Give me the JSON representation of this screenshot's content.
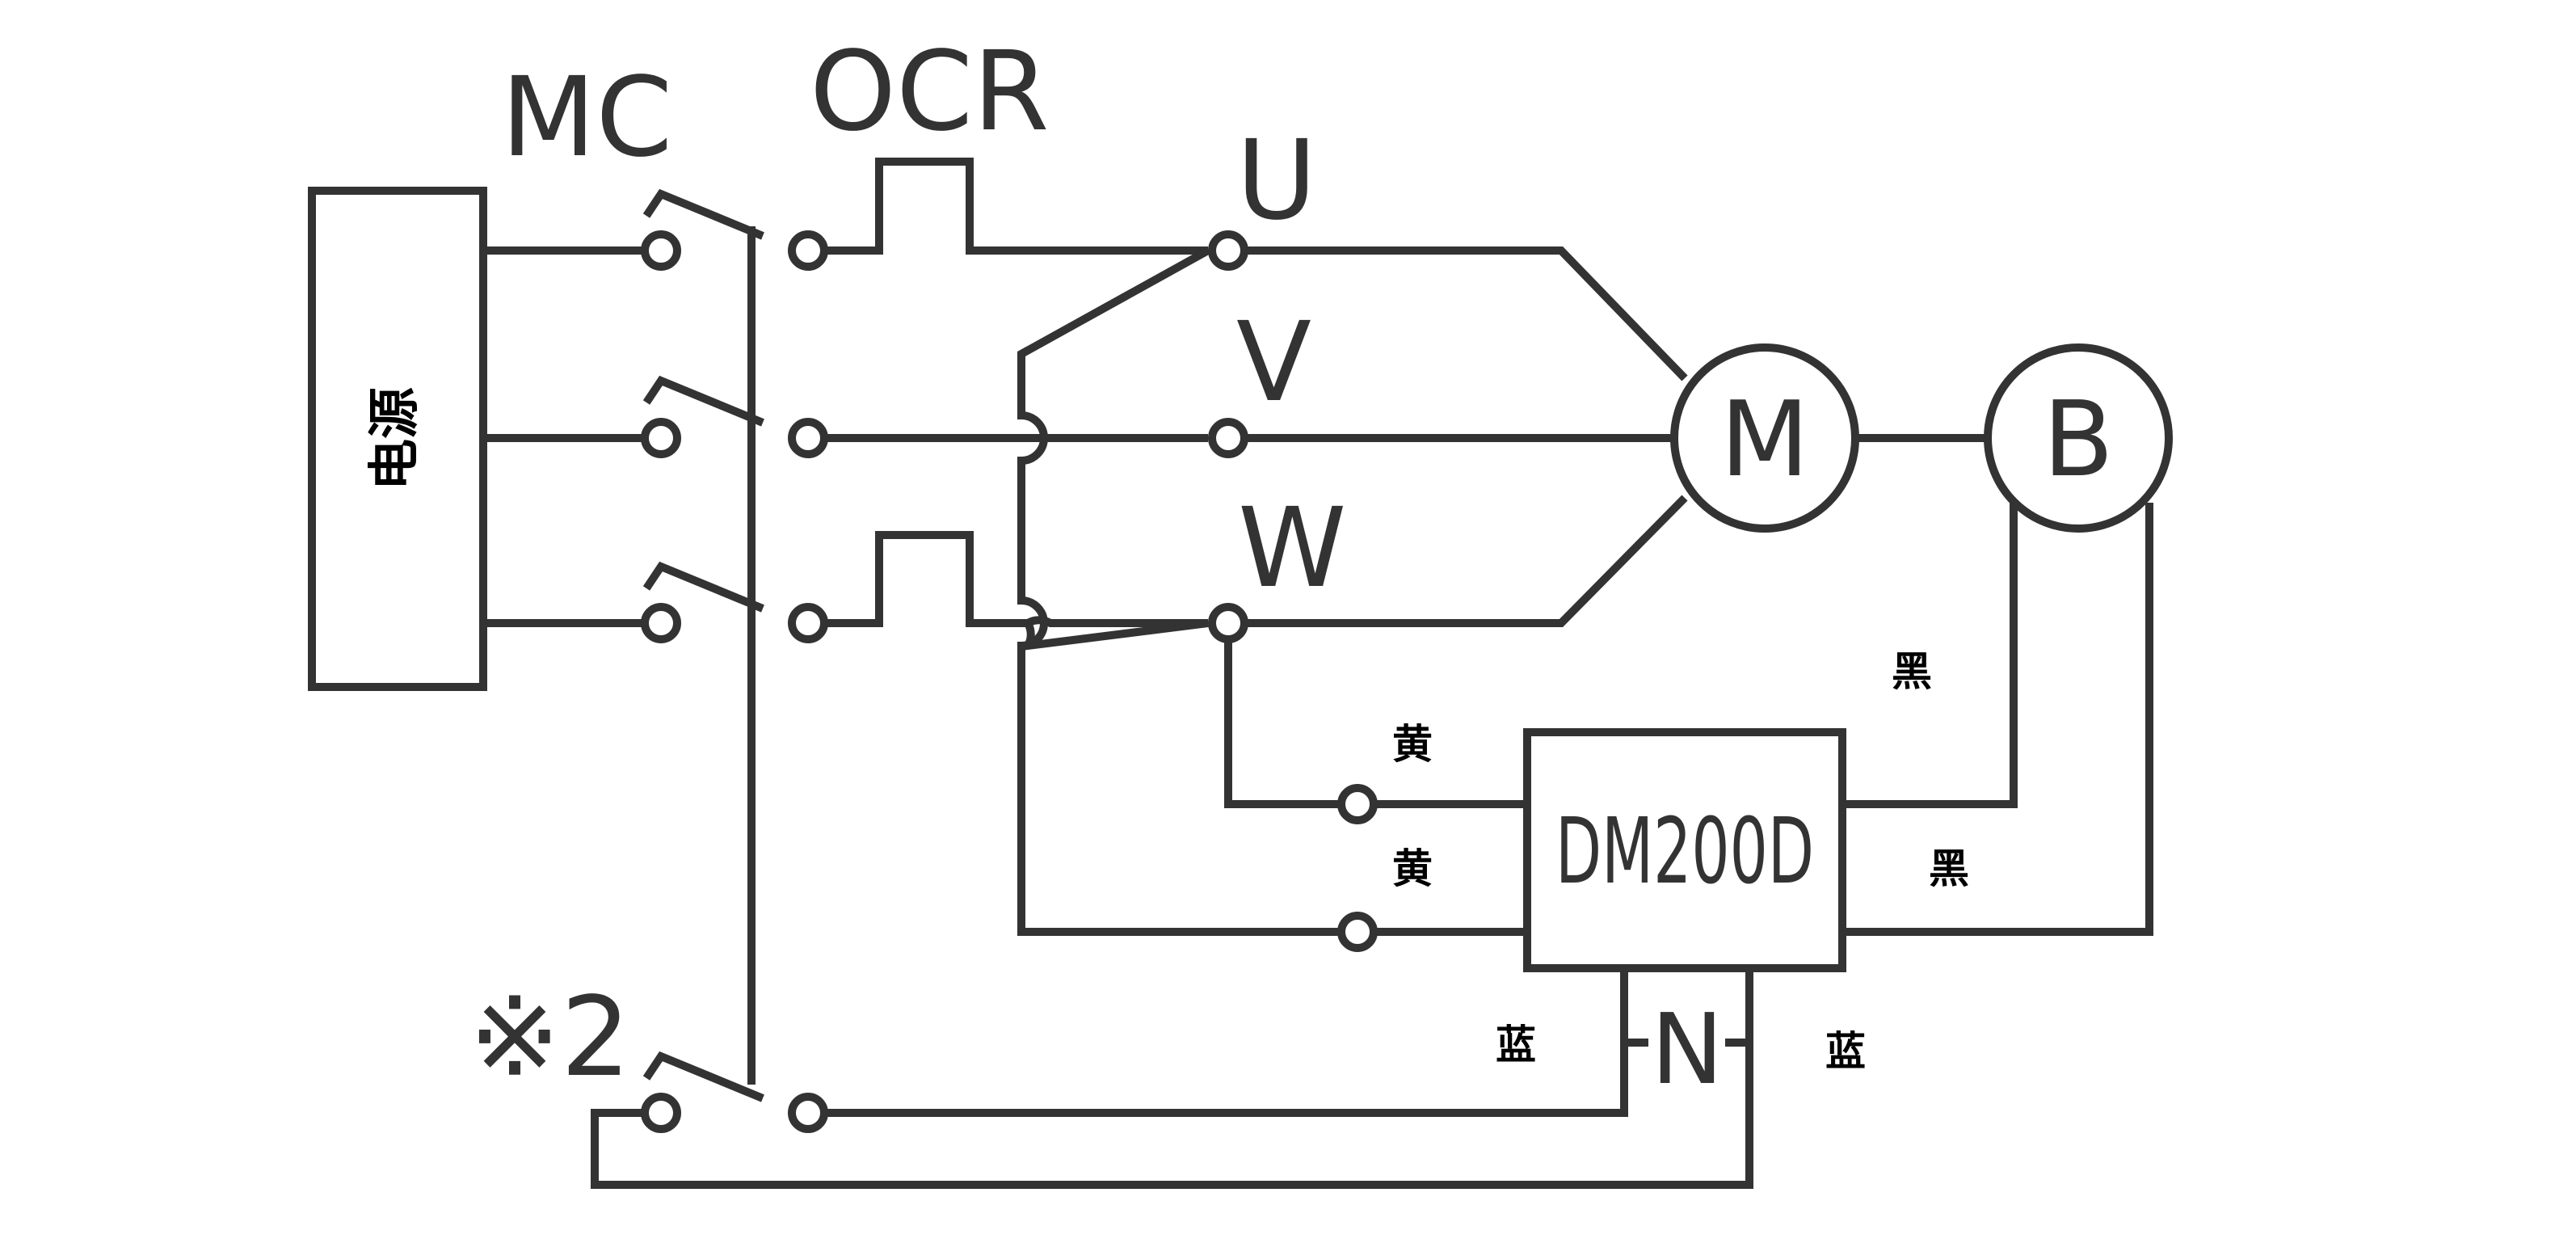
{
  "labels": {
    "power_source": "电源",
    "mc": "MC",
    "ocr": "OCR",
    "phase_u": "U",
    "phase_v": "V",
    "phase_w": "W",
    "motor": "M",
    "brake": "B",
    "module": "DM200D",
    "n_element": "N",
    "note": "※2"
  },
  "wire_colors": {
    "yellow_top": "黄",
    "yellow_bottom": "黄",
    "black_top": "黑",
    "black_bottom": "黑",
    "blue_left": "蓝",
    "blue_right": "蓝"
  },
  "colors": {
    "line": "#333333",
    "background": "#ffffff"
  }
}
